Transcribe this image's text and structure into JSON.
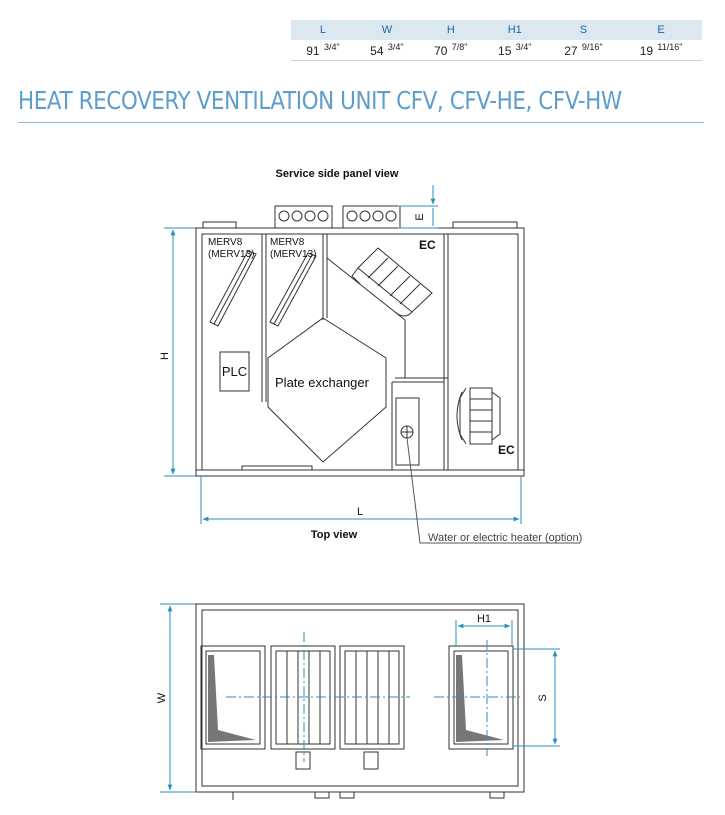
{
  "dimensions_table": {
    "headers": [
      "L",
      "W",
      "H",
      "H1",
      "S",
      "E"
    ],
    "values": [
      {
        "whole": "91",
        "frac": "3/4\""
      },
      {
        "whole": "54",
        "frac": "3/4\""
      },
      {
        "whole": "70",
        "frac": "7/8\""
      },
      {
        "whole": "15",
        "frac": "3/4\""
      },
      {
        "whole": "27",
        "frac": "9/16\""
      },
      {
        "whole": "19",
        "frac": "11/16\""
      }
    ]
  },
  "title": "HEAT RECOVERY VENTILATION UNIT CFV, CFV-HE, CFV-HW",
  "side_view": {
    "caption": "Service side panel view",
    "filter1_line1": "MERV8",
    "filter1_line2": "(MERV13)",
    "filter2_line1": "MERV8",
    "filter2_line2": "(MERV13)",
    "fan_top_label": "EC",
    "fan_bottom_label": "EC",
    "plc_label": "PLC",
    "exchanger_label": "Plate exchanger",
    "dim_H": "H",
    "dim_L": "L",
    "dim_E": "E",
    "heater_note": "Water or electric heater (option)"
  },
  "top_view": {
    "caption": "Top view",
    "dim_W": "W",
    "dim_H1": "H1",
    "dim_S": "S"
  },
  "colors": {
    "accent": "#5d9ecd",
    "dimension_line": "#2c8fc0",
    "table_header_bg": "#dce8f0",
    "table_header_text": "#1f63a3"
  }
}
